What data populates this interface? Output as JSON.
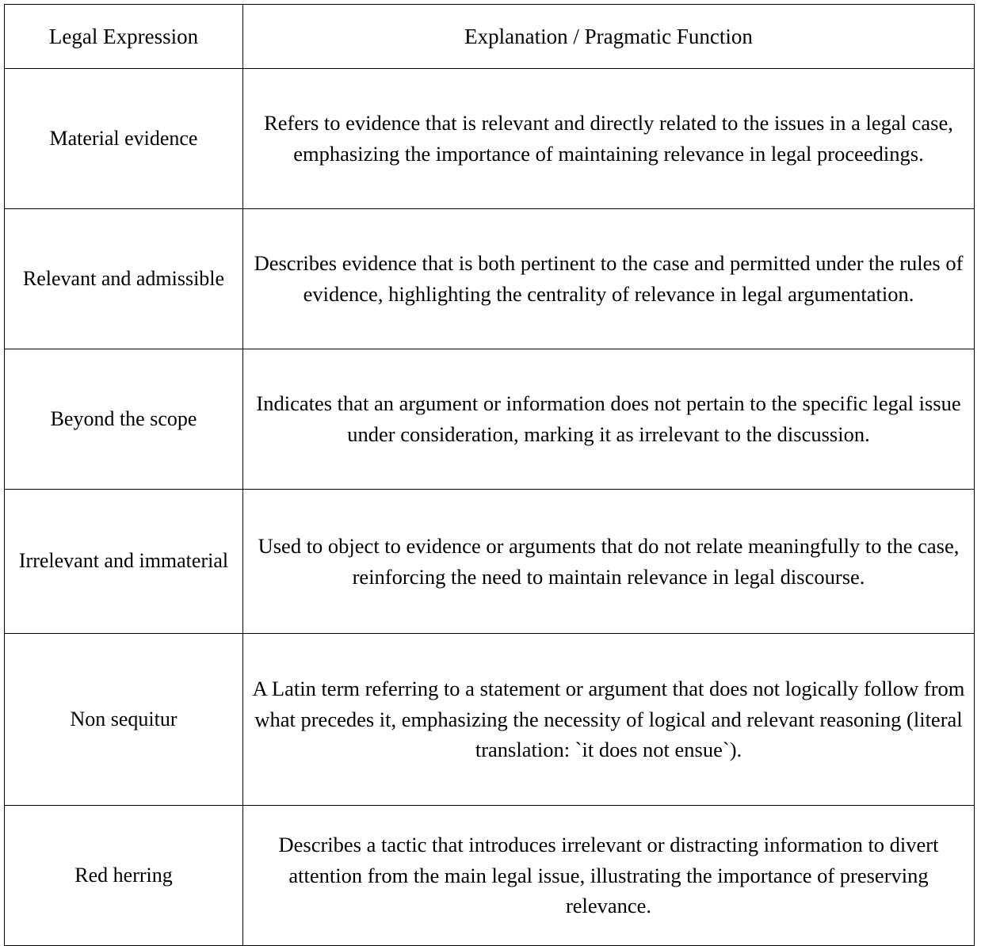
{
  "table": {
    "columns": [
      "Legal Expression",
      "Explanation / Pragmatic Function"
    ],
    "rows": [
      {
        "term": "Material evidence",
        "explanation": "Refers to evidence that is relevant and directly related to the issues in a legal case, emphasizing the importance of maintaining relevance in legal proceedings."
      },
      {
        "term": "Relevant and admissible",
        "explanation": "Describes evidence that is both pertinent to the case and permitted under the rules of evidence, highlighting the centrality of relevance in legal argumentation."
      },
      {
        "term": "Beyond the scope",
        "explanation": "Indicates that an argument or information does not pertain to the specific legal issue under consideration, marking it as irrelevant to the discussion."
      },
      {
        "term": "Irrelevant and immaterial",
        "explanation": "Used to object to evidence or arguments that do not relate meaningfully to the case, reinforcing the need to maintain relevance in legal discourse."
      },
      {
        "term": "Non sequitur",
        "explanation": "A Latin term referring to a statement or argument that does not logically follow from what precedes it, emphasizing the necessity of logical and relevant reasoning (literal translation: `it does not ensue`)."
      },
      {
        "term": "Red herring",
        "explanation": "Describes a tactic that introduces irrelevant or distracting information to divert attention from the main legal issue, illustrating the importance of preserving relevance."
      }
    ]
  },
  "style": {
    "border_color": "#000000",
    "text_color": "#000000",
    "background_color": "#ffffff"
  }
}
